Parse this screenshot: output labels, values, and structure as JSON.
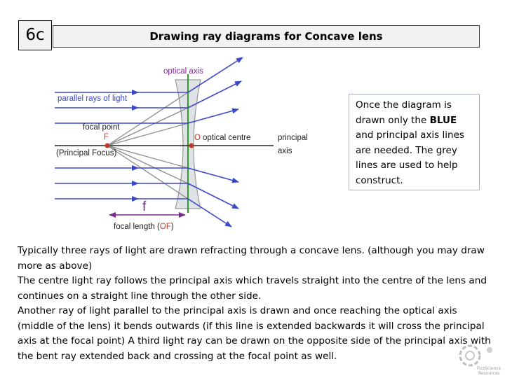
{
  "slide": {
    "badge": "6c",
    "title": "Drawing ray diagrams for Concave lens"
  },
  "diagram": {
    "optical_axis_label": "optical axis",
    "parallel_rays_label": "parallel rays of light",
    "focal_point_label": "focal point",
    "focal_point_letter": "F",
    "principal_focus_label": "(Principal Focus)",
    "optical_centre_letter": "O",
    "optical_centre_label": "optical centre",
    "principal_axis_line1": "principal",
    "principal_axis_line2": "axis",
    "focal_length_letter": "f",
    "focal_length_label": "focal length",
    "focal_length_paren_open": "(",
    "focal_length_abbrev": "OF",
    "focal_length_paren_close": ")",
    "colors": {
      "ray": "#3a49c9",
      "construction": "#8a8a8a",
      "accent_red": "#c0392b",
      "purple": "#7a2a8e",
      "lens_fill": "#dfe3e6",
      "optical_axis": "#2e9a2e"
    }
  },
  "note": {
    "line1": "Once the diagram is drawn only the",
    "bold": "BLUE",
    "line2": "and principal axis lines are needed.",
    "line3": "The grey lines are used to help construct."
  },
  "body": {
    "p1": "Typically three rays of light are drawn refracting through a concave lens. (although you may draw more as above)",
    "p2": "The centre light ray follows the principal axis which travels straight into the centre of the lens and continues on a straight line through the other side.",
    "p3": "Another ray of light parallel to the principal axis is drawn and once reaching the optical axis (middle of the lens) it bends outwards (if this line is extended backwards it will cross the principal axis at the focal point) A third light ray can be drawn on the opposite side of the principal axis with the bent ray extended back and crossing at the focal point as well."
  },
  "logo": {
    "line1": "FizzScience",
    "line2": "Resources"
  }
}
